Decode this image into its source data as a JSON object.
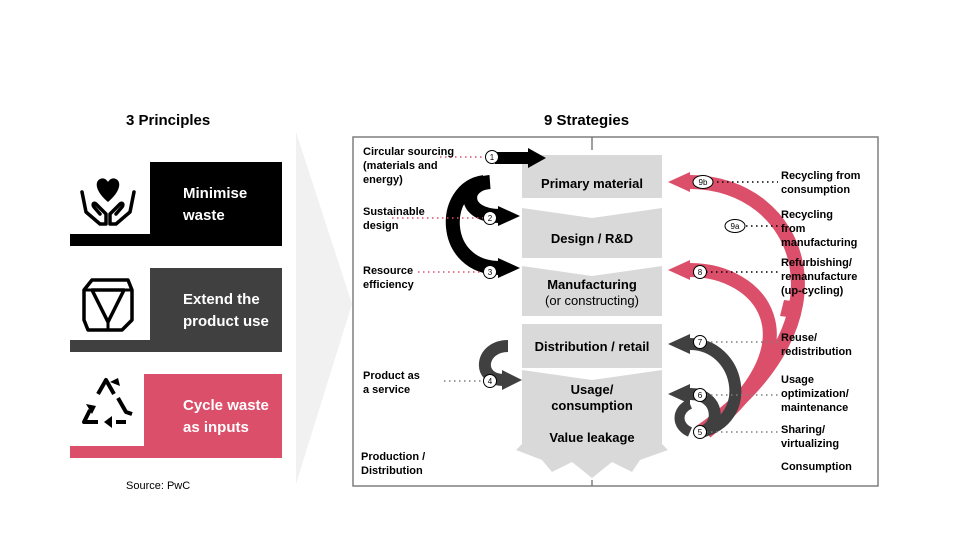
{
  "principles": {
    "heading": "3 Principles",
    "items": [
      {
        "label_line1": "Minimise",
        "label_line2": "waste",
        "color": "#000000"
      },
      {
        "label_line1": "Extend the",
        "label_line2": "product use",
        "color": "#404040"
      },
      {
        "label_line1": "Cycle waste",
        "label_line2": "as inputs",
        "color": "#dc4f6a"
      }
    ],
    "source": "Source: PwC"
  },
  "strategies": {
    "heading": "9 Strategies",
    "stages": [
      {
        "line1": "Primary material",
        "line2": ""
      },
      {
        "line1": "Design / R&D",
        "line2": ""
      },
      {
        "line1": "Manufacturing",
        "line2": "(or constructing)"
      },
      {
        "line1": "Distribution / retail",
        "line2": ""
      },
      {
        "line1": "Usage/",
        "line2": "consumption"
      },
      {
        "line1": "Value leakage",
        "line2": ""
      }
    ],
    "left_labels": {
      "circular_sourcing": [
        "Circular sourcing",
        "(materials and",
        "energy)"
      ],
      "sustainable_design": [
        "Sustainable",
        "design"
      ],
      "resource_efficiency": [
        "Resource",
        "efficiency"
      ],
      "product_service": [
        "Product as",
        "a service"
      ],
      "production": [
        "Production /",
        "Distribution"
      ]
    },
    "right_labels": {
      "recycling_consumption": [
        "Recycling from",
        "consumption"
      ],
      "recycling_manufacturing": [
        "Recycling",
        "from",
        "manufacturing"
      ],
      "refurbishing": [
        "Refurbishing/",
        "remanufacture",
        "(up-cycling)"
      ],
      "reuse": [
        "Reuse/",
        "redistribution"
      ],
      "usage_opt": [
        "Usage",
        "optimization/",
        "maintenance"
      ],
      "sharing": [
        "Sharing/",
        "virtualizing"
      ],
      "consumption": [
        "Consumption"
      ]
    },
    "markers": {
      "m1": "1",
      "m2": "2",
      "m3": "3",
      "m4": "4",
      "m5": "5",
      "m6": "6",
      "m7": "7",
      "m8": "8",
      "m9a": "9a",
      "m9b": "9b"
    },
    "colors": {
      "accent": "#dc4f6a",
      "dark": "#404040",
      "stage": "#d9d9d9"
    }
  }
}
